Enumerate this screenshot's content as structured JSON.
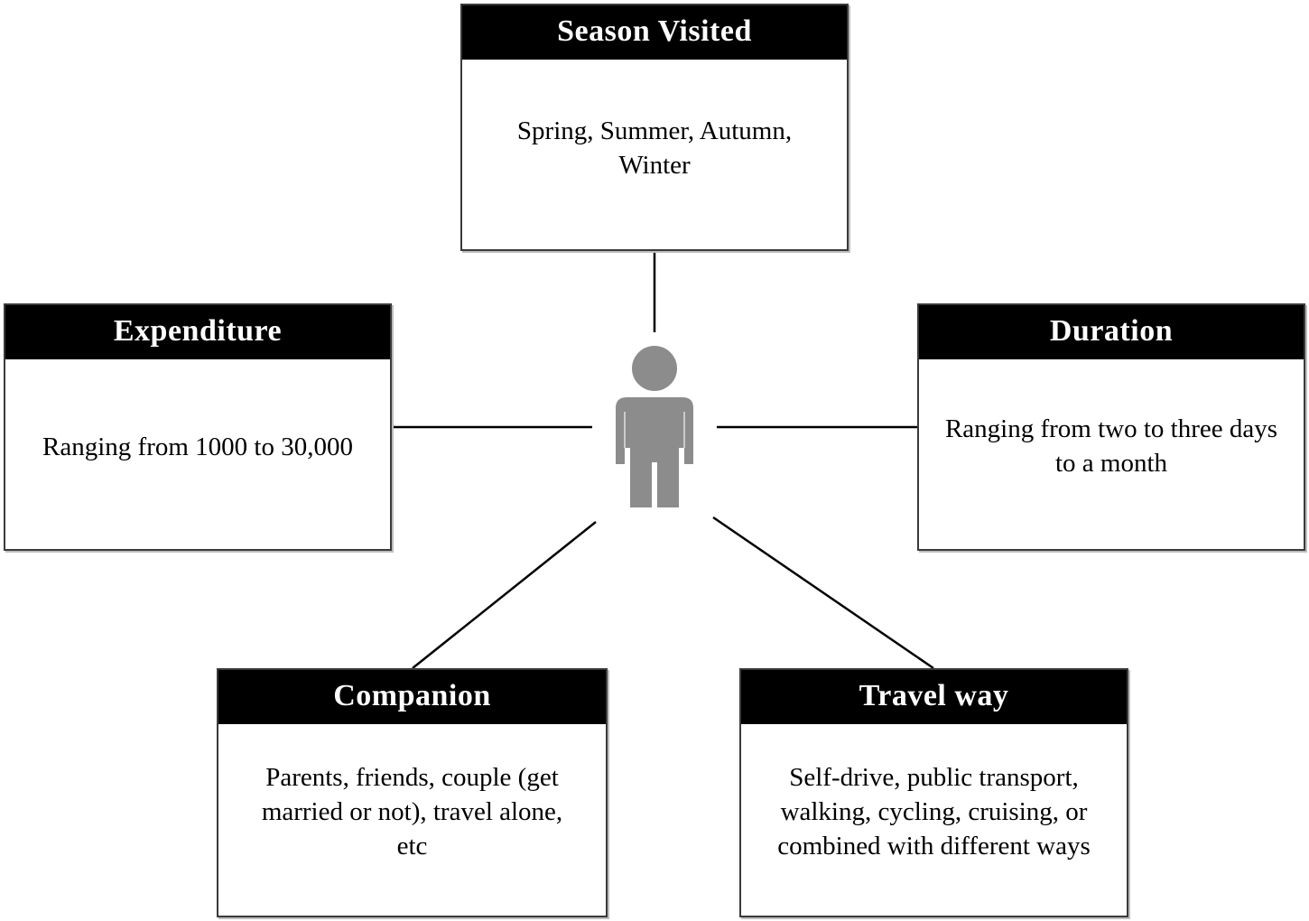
{
  "center": {
    "icon": "person-icon",
    "color": "#8c8c8c"
  },
  "nodes": {
    "season": {
      "title": "Season Visited",
      "body": "Spring,  Summer,  Autumn,\nWinter"
    },
    "expenditure": {
      "title": "Expenditure",
      "body": "Ranging from 1000 to 30,000"
    },
    "duration": {
      "title": "Duration",
      "body": "Ranging from two to three days\nto a month"
    },
    "companion": {
      "title": "Companion",
      "body": "Parents, friends, couple  (get\nmarried or not), travel alone,\netc"
    },
    "travel_way": {
      "title": "Travel way",
      "body": "Self-drive, public transport,\nwalking, cycling, cruising, or\ncombined with different ways"
    }
  },
  "colors": {
    "header_bg": "#000000",
    "header_text": "#ffffff",
    "border": "#3a3a3a",
    "connector": "#000000"
  }
}
